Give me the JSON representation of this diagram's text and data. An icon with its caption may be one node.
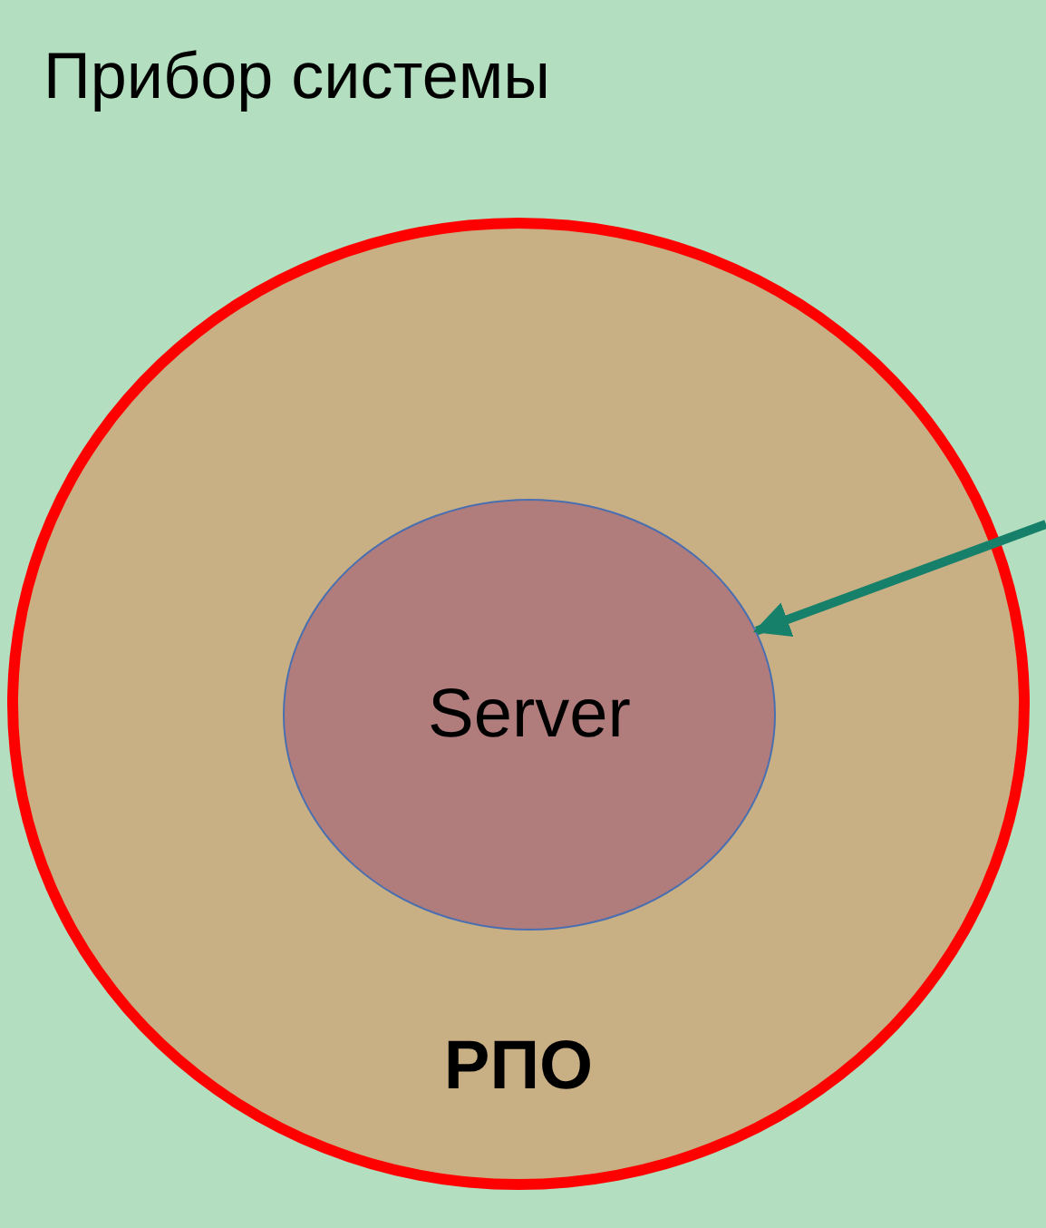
{
  "diagram": {
    "nodes": [
      {
        "text": [
          "Прибор системы"
        ]
      },
      {
        "text": [
          "РПО"
        ],
        "in": 0
      },
      {
        "text": [
          "Server"
        ],
        "in": 1
      }
    ],
    "edges": [
      {
        "from": null,
        "to": 2,
        "arrow": "to",
        "color": "#16806a"
      }
    ]
  }
}
